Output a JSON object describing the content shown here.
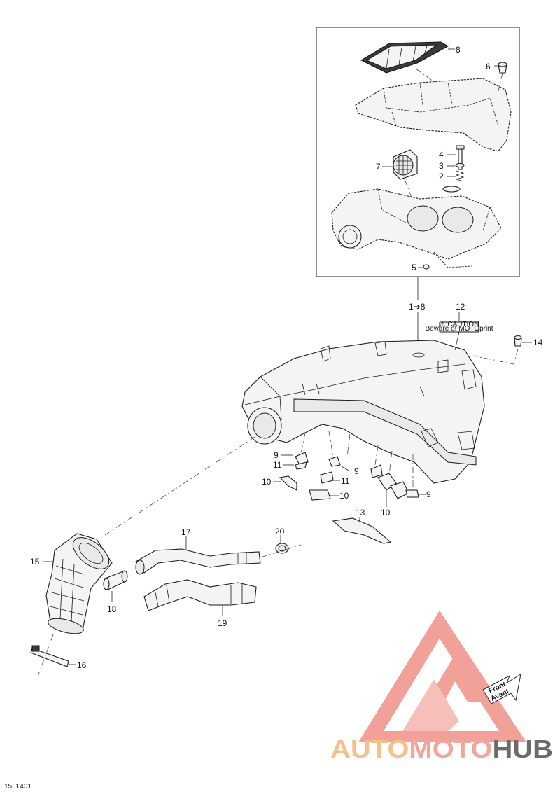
{
  "diagram": {
    "reference_code": "15L1401",
    "assembly_label": "1➔8",
    "callouts": {
      "c1": "1",
      "c2": "2",
      "c3": "3",
      "c4": "4",
      "c5": "5",
      "c6": "6",
      "c7": "7",
      "c8": "8",
      "c9a": "9",
      "c9b": "9",
      "c9c": "9",
      "c10a": "10",
      "c10b": "10",
      "c10c": "10",
      "c11a": "11",
      "c11b": "11",
      "c12": "12",
      "c13": "13",
      "c14": "14",
      "c15": "15",
      "c16": "16",
      "c17": "17",
      "c18": "18",
      "c19": "19",
      "c20": "20"
    },
    "decal_text": {
      "line1": "⚠ CAUTION",
      "line2": "Beware of MOTOprint"
    },
    "direction_tag": {
      "line1": "Front",
      "line2": "Avant"
    }
  },
  "watermark": {
    "brand": "AUTOMOTOHUB",
    "colors": {
      "logo": "#f08a80",
      "auto": "#f6c08a",
      "moto": "#f4a59a",
      "hub": "#6b6b6b"
    }
  }
}
